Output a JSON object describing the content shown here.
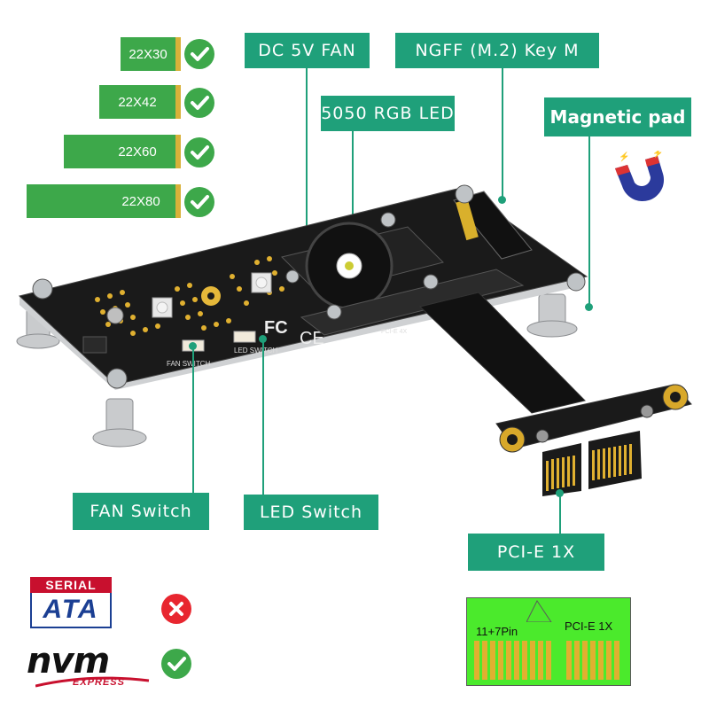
{
  "sizes": [
    {
      "label": "22X30",
      "supported": true
    },
    {
      "label": "22X42",
      "supported": true
    },
    {
      "label": "22X60",
      "supported": true
    },
    {
      "label": "22X80",
      "supported": true
    }
  ],
  "labels": {
    "dc_fan": "DC 5V  FAN",
    "ngff": "NGFF  (M.2)  Key  M",
    "rgb_led": "5050  RGB  LED",
    "magnetic_pad": "Magnetic pad",
    "fan_switch": "FAN  Switch",
    "led_switch": "LED  Switch",
    "pcie": "PCI-E  1X"
  },
  "pcb_silkscreen": {
    "fan_switch": "FAN SWITCH",
    "led_switch": "LED SWITCH",
    "pcie_4x": "PCI-E  4X",
    "fc_mark": "FC",
    "ce_mark": "CE"
  },
  "compat": {
    "sata_top": "SERIAL",
    "sata_bottom": "ATA",
    "sata_supported": false,
    "nvm_word": "nvm",
    "nvm_express": "EXPRESS",
    "nvm_supported": true
  },
  "connector_diagram": {
    "left_pins": "11+7Pin",
    "right_pins": "PCI-E 1X"
  },
  "colors": {
    "label_bg": "#1fa07a",
    "check_green": "#3da84a",
    "cross_red": "#e8262f",
    "pcb_black": "#1a1a1a",
    "gold": "#d8b13a"
  }
}
